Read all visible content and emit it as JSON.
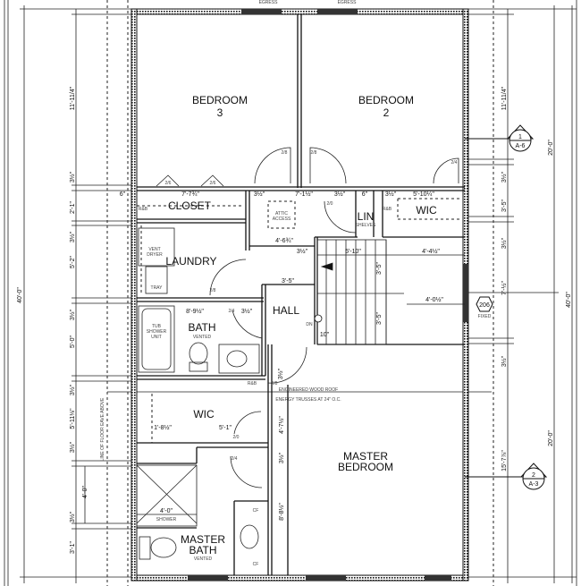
{
  "rooms": {
    "bedroom3": {
      "name": "BEDROOM",
      "number": "3"
    },
    "bedroom2": {
      "name": "BEDROOM",
      "number": "2"
    },
    "closet": "CLOSET",
    "linen": {
      "name": "LIN",
      "note": "SHELVES"
    },
    "wic_upper": "WIC",
    "attic": {
      "line1": "ATTIC",
      "line2": "ACCESS"
    },
    "laundry": "LAUNDRY",
    "vent_dryer": {
      "line1": "VENT",
      "line2": "DRYER"
    },
    "tray": "TRAY",
    "hall": "HALL",
    "down": "DN",
    "tub": {
      "line1": "TUB",
      "line2": "SHOWER",
      "line3": "UNIT"
    },
    "bath": {
      "name": "BATH",
      "note": "VENTED"
    },
    "wic_lower": "WIC",
    "master_bedroom": {
      "line1": "MASTER",
      "line2": "BEDROOM"
    },
    "shower": {
      "size": "4'-0\"",
      "name": "SHOWER"
    },
    "master_bath": {
      "line1": "MASTER",
      "line2": "BATH",
      "note": "VENTED"
    }
  },
  "notes": {
    "roof_line1": "ENGINEERED WOOD ROOF",
    "roof_line2": "ENERGY TRUSSES AT 24\" O.C.",
    "eave": "LINE OF FLOOR EAVE ABOVE",
    "egress": "EGRESS",
    "rb": "R&B",
    "cf": "CF"
  },
  "doors": [
    "2/6",
    "2/6",
    "2/8",
    "2/8",
    "2/4",
    "2/0",
    "2/8",
    "2/4",
    "2/8",
    "2/0",
    "2/4"
  ],
  "window_tag": {
    "number": "206",
    "type": "FIXED"
  },
  "section_markers": [
    {
      "number": "1",
      "sheet": "A-6"
    },
    {
      "number": "2",
      "sheet": "A-3"
    }
  ],
  "dimensions_left": [
    "11'-11/4\"",
    "3½\"",
    "2'-1\"",
    "3½\"",
    "5'-2\"",
    "3½\"",
    "5'-0\"",
    "3½\"",
    "5'-11⅛\"",
    "3½\"",
    "4'-0\"",
    "3½\"",
    "3'-1\""
  ],
  "dimensions_left_total": "40'-0\"",
  "dimensions_right": [
    "11'-11/4\"",
    "3½\"",
    "3'-5\"",
    "3½\"",
    "7'-½\"",
    "3½\"",
    "15'-7⅞\""
  ],
  "dimensions_right_half": [
    "20'-0\"",
    "20'-0\""
  ],
  "dimensions_right_total": "40'-0\"",
  "dimensions_interior": {
    "closet_width": "7'-7¾\"",
    "wall_a": "3½\"",
    "bed2_door": "7'-1½\"",
    "wall_b": "3½\"",
    "lin_width": "6\"",
    "wall_c": "3½\"",
    "wic_width": "5'-10¼\"",
    "left_six": "6\"",
    "hall_top": "4'-6¾\"",
    "wall_d": "3½\"",
    "stair_width": "5'-10\"",
    "stair_right": "4'-4½\"",
    "hall_mid": "3'-5\"",
    "stair_run1": "3'-5\"",
    "stair_run2": "3'-5\"",
    "landing": "4'-0½\"",
    "bath_width": "8'-9½\"",
    "wall_e": "3½\"",
    "step": "10\"",
    "wall_f": "3½\"",
    "wic_left": "1'-8½\"",
    "wic_door": "5'-1\"",
    "mb_top": "4'-7½\"",
    "wall_g": "3½\"",
    "mb_side": "8'-8½\""
  }
}
